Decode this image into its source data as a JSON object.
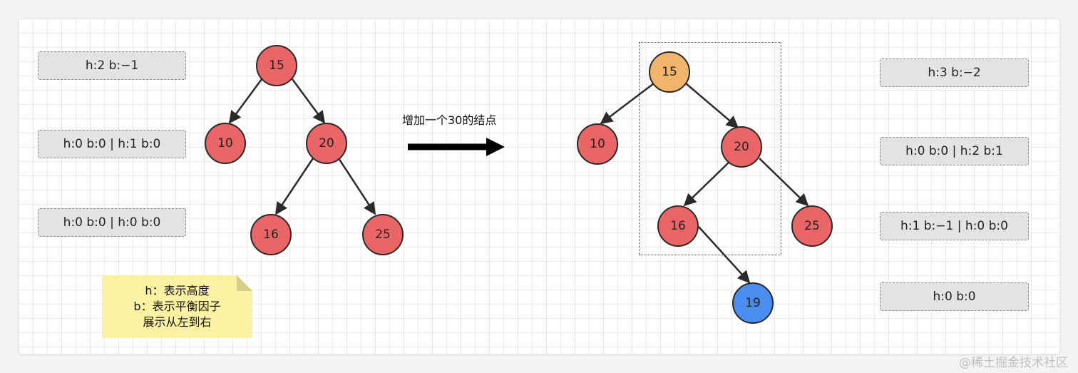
{
  "left_info": [
    "h:2 b:−1",
    "h:0 b:0 | h:1 b:0",
    "h:0 b:0 | h:0 b:0"
  ],
  "right_info": [
    "h:3 b:−2",
    "h:0 b:0 | h:2 b:1",
    "h:1 b:−1 | h:0 b:0",
    "h:0 b:0"
  ],
  "caption": "增加一个30的结点",
  "left_tree": {
    "root": "15",
    "left": "10",
    "right": "20",
    "right_left": "16",
    "right_right": "25"
  },
  "right_tree": {
    "root": "15",
    "left": "10",
    "right": "20",
    "right_left": "16",
    "right_right": "25",
    "right_left_right": "19"
  },
  "note": {
    "line1": "h：表示高度",
    "line2": "b：表示平衡因子",
    "line3": "展示从左到右"
  },
  "colors": {
    "node_red": "#e96566",
    "node_orange": "#f0b46a",
    "node_blue": "#4a8cf0",
    "note_yellow": "#fbf1a3"
  },
  "watermark": "@稀土掘金技术社区"
}
